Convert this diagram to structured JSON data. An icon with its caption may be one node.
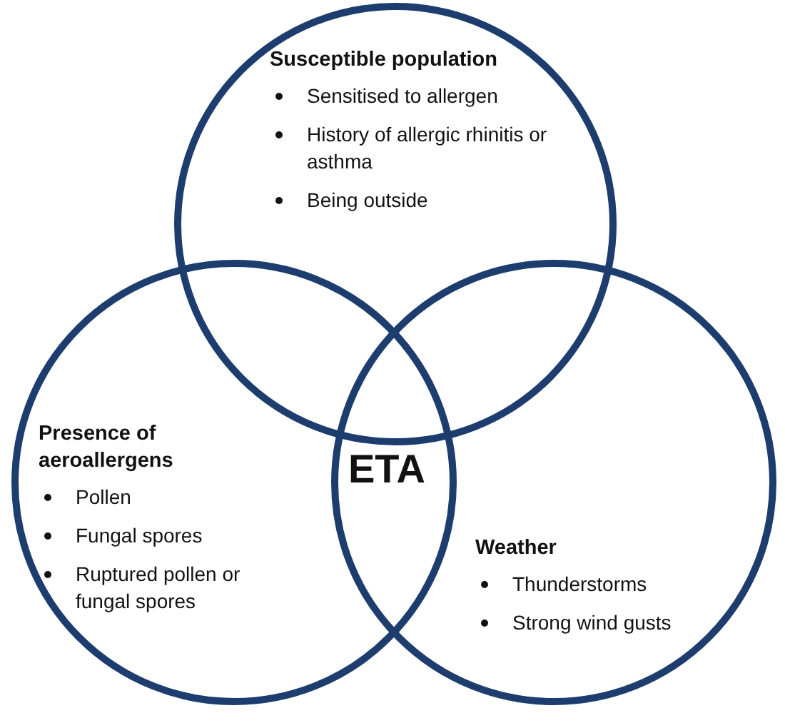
{
  "diagram": {
    "nodes": [
      {
        "text": [
          "Susceptible population",
          "Sensitised to allergen",
          "History of allergic rhinitis or asthma",
          "Being outside"
        ]
      },
      {
        "text": [
          "Presence of aeroallergens",
          "Pollen",
          "Fungal spores",
          "Ruptured pollen or fungal spores"
        ]
      },
      {
        "text": [
          "Weather",
          "Thunderstorms",
          "Strong wind gusts"
        ]
      }
    ],
    "edges": [],
    "labels": [
      "ETA"
    ]
  }
}
